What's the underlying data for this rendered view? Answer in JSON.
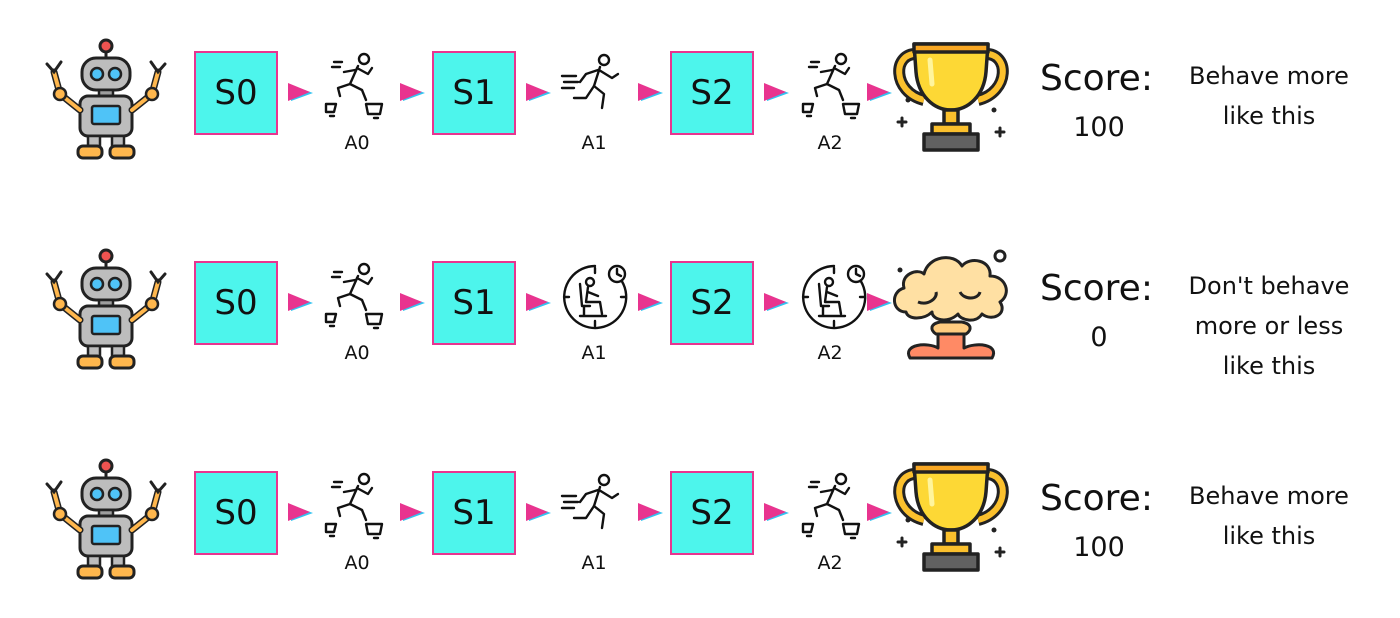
{
  "rows": [
    {
      "states": [
        "S0",
        "S1",
        "S2"
      ],
      "actions": [
        {
          "label": "A0",
          "icon": "jump-icon"
        },
        {
          "label": "A1",
          "icon": "run-icon"
        },
        {
          "label": "A2",
          "icon": "jump-icon"
        }
      ],
      "outcome_icon": "trophy-icon",
      "score_label": "Score:",
      "score": "100",
      "feedback": [
        "Behave more",
        "like this"
      ]
    },
    {
      "states": [
        "S0",
        "S1",
        "S2"
      ],
      "actions": [
        {
          "label": "A0",
          "icon": "jump-icon"
        },
        {
          "label": "A1",
          "icon": "sitting-clock-icon"
        },
        {
          "label": "A2",
          "icon": "sitting-clock-icon"
        }
      ],
      "outcome_icon": "explosion-icon",
      "score_label": "Score:",
      "score": "0",
      "feedback": [
        "Don't behave",
        "more or less",
        "like this"
      ]
    },
    {
      "states": [
        "S0",
        "S1",
        "S2"
      ],
      "actions": [
        {
          "label": "A0",
          "icon": "jump-icon"
        },
        {
          "label": "A1",
          "icon": "run-icon"
        },
        {
          "label": "A2",
          "icon": "jump-icon"
        }
      ],
      "outcome_icon": "trophy-icon",
      "score_label": "Score:",
      "score": "100",
      "feedback": [
        "Behave more",
        "like this"
      ]
    }
  ],
  "colors": {
    "state_fill": "#4df5ec",
    "state_border": "#e8348f",
    "arrow": "#e8348f",
    "arrow_accent": "#33c3f0"
  }
}
